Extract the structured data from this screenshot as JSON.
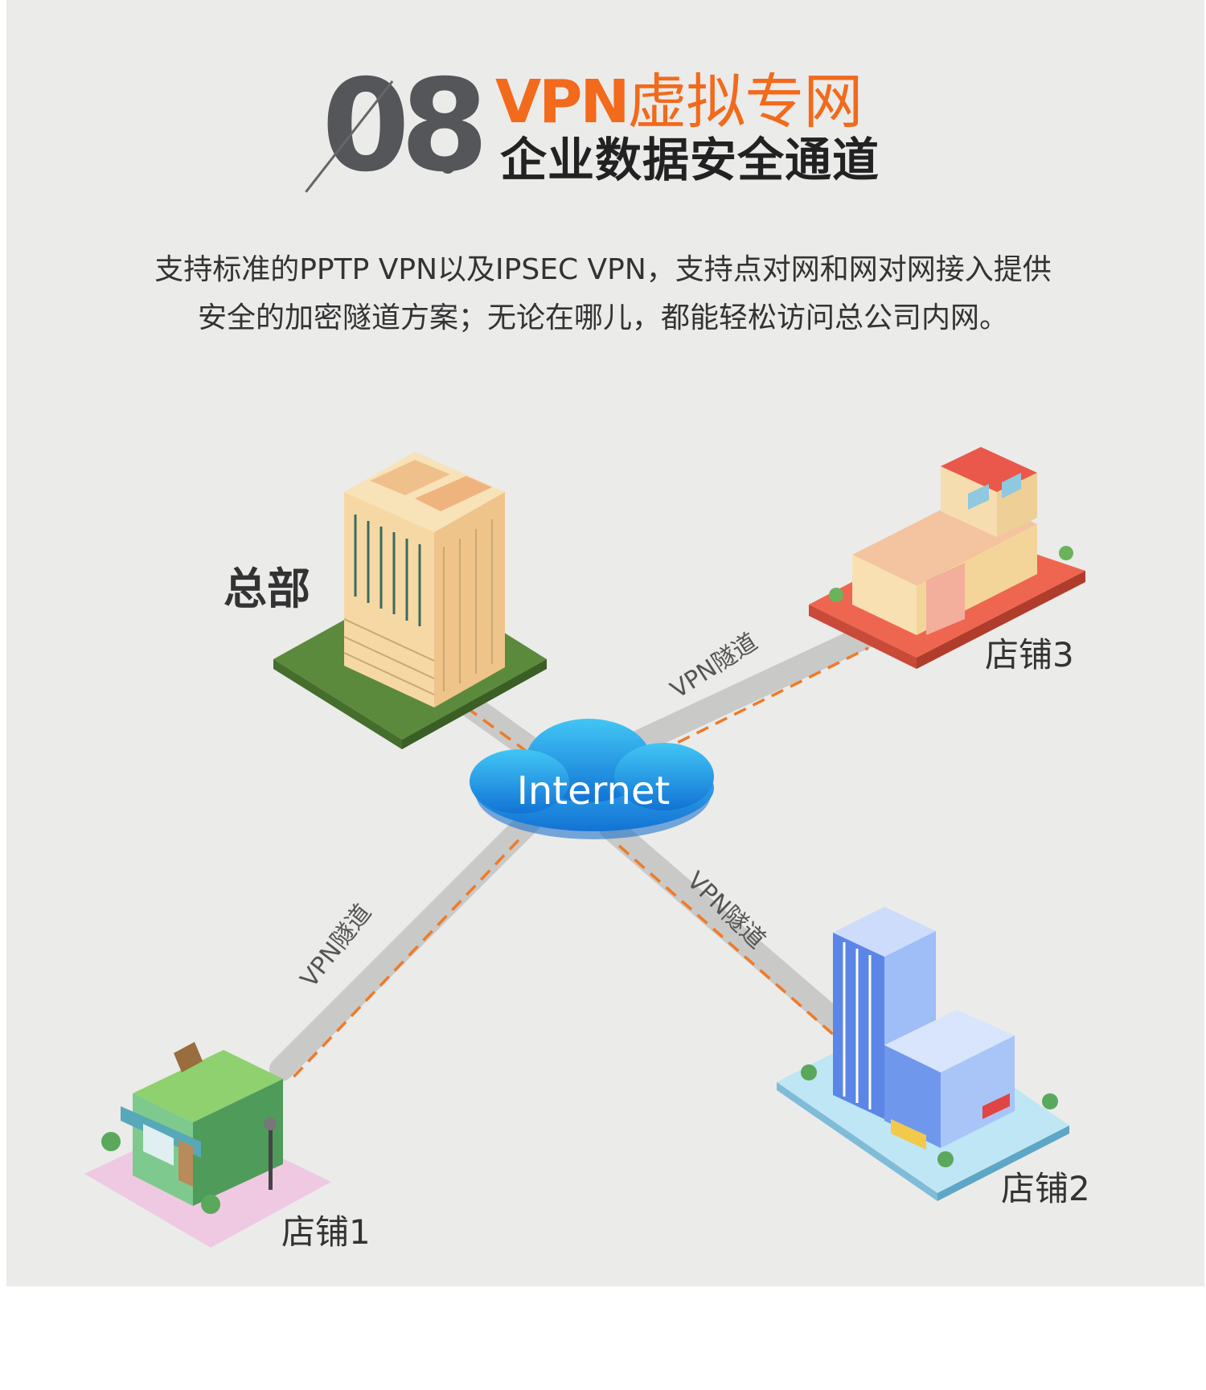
{
  "header": {
    "number": "08",
    "title_vpn": "VPN",
    "title_cn": "虚拟专网",
    "subtitle": "企业数据安全通道"
  },
  "description": {
    "line1": "支持标准的PPTP VPN以及IPSEC VPN，支持点对网和网对网接入提供",
    "line2": "安全的加密隧道方案；无论在哪儿，都能轻松访问总公司内网。"
  },
  "diagram": {
    "hub": "Internet",
    "headquarters": "总部",
    "stores": [
      "店铺1",
      "店铺2",
      "店铺3"
    ],
    "tunnel_label": "VPN隧道"
  },
  "colors": {
    "accent": "#f26a1b",
    "cloud": "#1e9be6",
    "tunnel_line": "#f07a28"
  }
}
